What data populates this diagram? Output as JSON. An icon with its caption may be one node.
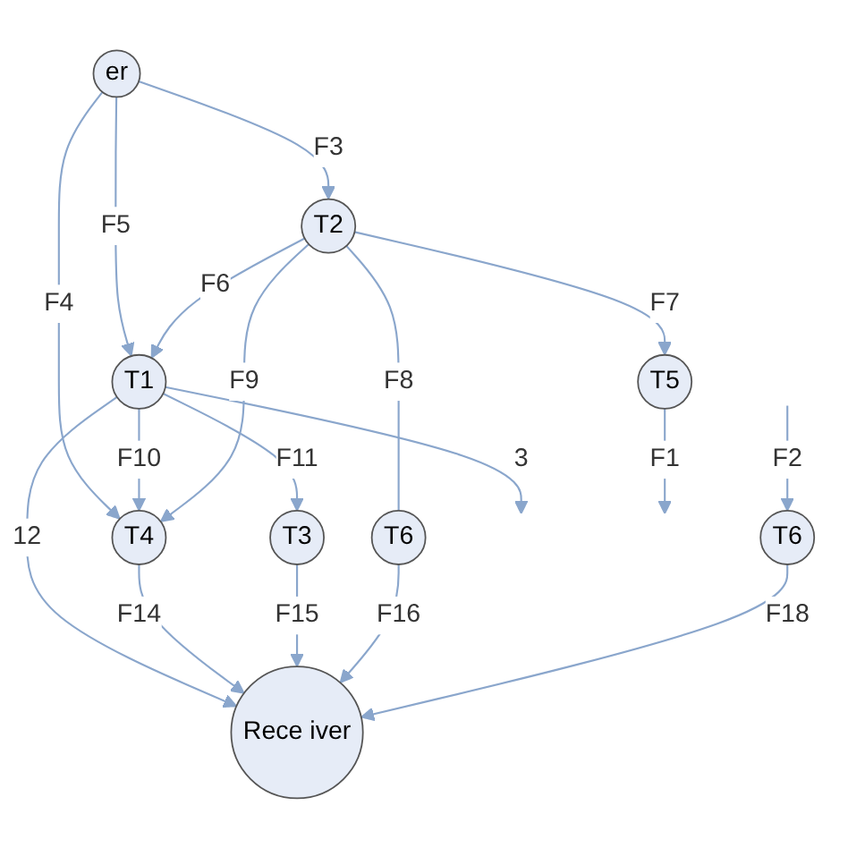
{
  "diagram": {
    "nodes": [
      {
        "text": [
          "er"
        ]
      },
      {
        "text": [
          "T1"
        ]
      },
      {
        "text": [
          "T2"
        ]
      },
      {
        "text": [
          "T4"
        ]
      },
      {
        "text": [
          "T5"
        ]
      },
      {
        "text": [
          "T3"
        ]
      },
      {
        "text": [
          "T6"
        ]
      },
      {
        "text": [
          "Rece iver"
        ]
      },
      {
        "text": [
          "T6"
        ]
      }
    ],
    "edges": [
      {
        "from": 0,
        "to": 1,
        "arrow": "to",
        "label": "F5"
      },
      {
        "from": 0,
        "to": 3,
        "arrow": "to",
        "label": "F4"
      },
      {
        "from": 0,
        "to": 2,
        "arrow": "to",
        "label": "F3"
      },
      {
        "from": 2,
        "to": 1,
        "arrow": "to",
        "label": "F6"
      },
      {
        "from": 2,
        "to": 4,
        "arrow": "to",
        "label": "F7"
      },
      {
        "from": 1,
        "to": null,
        "arrow": "to",
        "label": "3"
      },
      {
        "from": 1,
        "to": 3,
        "arrow": "to",
        "label": "F10"
      },
      {
        "from": 2,
        "to": 3,
        "arrow": "to",
        "label": "F9"
      },
      {
        "from": 2,
        "to": 6,
        "arrow": "none",
        "label": "F8"
      },
      {
        "from": 1,
        "to": 5,
        "arrow": "to",
        "label": "F11"
      },
      {
        "from": 1,
        "to": 7,
        "arrow": "to",
        "label": "12"
      },
      {
        "from": 3,
        "to": 7,
        "arrow": "to",
        "label": "F14"
      },
      {
        "from": 5,
        "to": 7,
        "arrow": "to",
        "label": "F15"
      },
      {
        "from": 6,
        "to": 7,
        "arrow": "to",
        "label": "F16"
      },
      {
        "from": 4,
        "to": null,
        "arrow": "to",
        "label": "F1"
      },
      {
        "from": null,
        "to": 8,
        "arrow": "to",
        "label": "F2"
      },
      {
        "from": 8,
        "to": 7,
        "arrow": "to",
        "label": "F18"
      }
    ]
  }
}
